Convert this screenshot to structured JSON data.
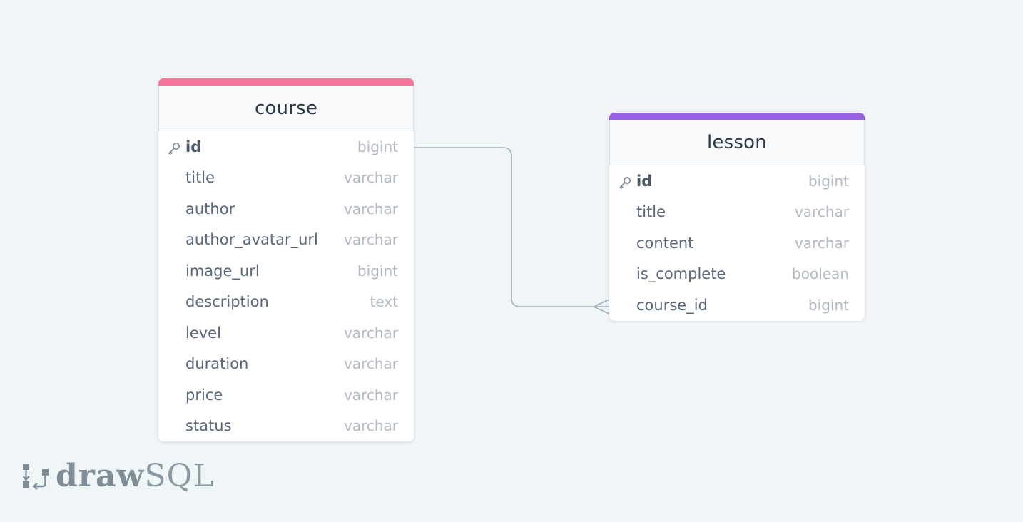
{
  "tables": {
    "course": {
      "name": "course",
      "accent_color": "#f7759b",
      "columns": [
        {
          "name": "id",
          "type": "bigint",
          "primary_key": true
        },
        {
          "name": "title",
          "type": "varchar"
        },
        {
          "name": "author",
          "type": "varchar"
        },
        {
          "name": "author_avatar_url",
          "type": "varchar"
        },
        {
          "name": "image_url",
          "type": "bigint"
        },
        {
          "name": "description",
          "type": "text"
        },
        {
          "name": "level",
          "type": "varchar"
        },
        {
          "name": "duration",
          "type": "varchar"
        },
        {
          "name": "price",
          "type": "varchar"
        },
        {
          "name": "status",
          "type": "varchar"
        }
      ]
    },
    "lesson": {
      "name": "lesson",
      "accent_color": "#9661e3",
      "columns": [
        {
          "name": "id",
          "type": "bigint",
          "primary_key": true
        },
        {
          "name": "title",
          "type": "varchar"
        },
        {
          "name": "content",
          "type": "varchar"
        },
        {
          "name": "is_complete",
          "type": "boolean"
        },
        {
          "name": "course_id",
          "type": "bigint"
        }
      ]
    }
  },
  "relationship": {
    "from": "course.id",
    "to": "lesson.course_id",
    "cardinality": "one-to-many",
    "line_color": "#a3b0bd"
  },
  "logo": {
    "bold_text": "draw",
    "light_text": "SQL",
    "icon": "drawsql-logo-icon"
  }
}
